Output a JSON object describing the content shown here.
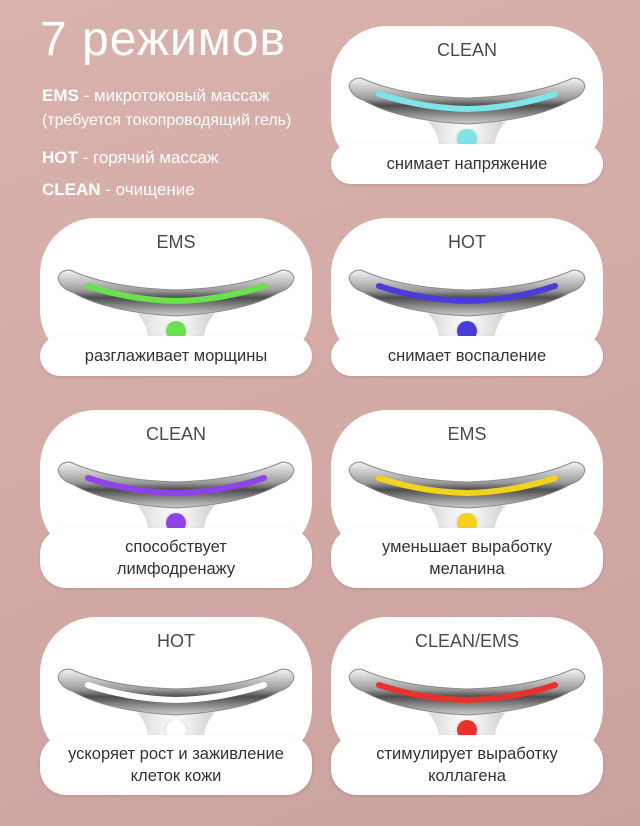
{
  "header": {
    "title": "7 режимов",
    "legend": [
      {
        "key": "EMS",
        "text": " - микротоковый массаж"
      },
      {
        "sub": "(требуется токопроводящий гель)"
      },
      {
        "key": "HOT",
        "text": " - горячий массаж"
      },
      {
        "key": "CLEAN",
        "text": " - очищение"
      }
    ]
  },
  "cards": [
    {
      "mode": "CLEAN",
      "color": "#7fe3e8",
      "desc": "снимает напряжение"
    },
    {
      "mode": "EMS",
      "color": "#6be04e",
      "desc": "разглаживает морщины"
    },
    {
      "mode": "HOT",
      "color": "#4b3bd9",
      "desc": "снимает воспаление"
    },
    {
      "mode": "CLEAN",
      "color": "#8e44e8",
      "desc": "способствует\nлимфодренажу"
    },
    {
      "mode": "EMS",
      "color": "#f2d21c",
      "desc": "уменьшает выработку\nмеланина"
    },
    {
      "mode": "HOT",
      "color": "#ffffff",
      "desc": "ускоряет рост и заживление\nклеток кожи"
    },
    {
      "mode": "CLEAN/EMS",
      "color": "#e8322e",
      "desc": "стимулирует выработку\nколлагена"
    }
  ]
}
